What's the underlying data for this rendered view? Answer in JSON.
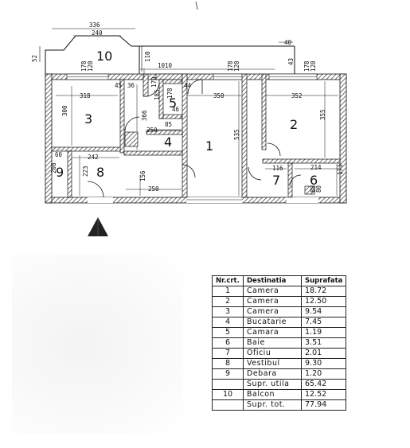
{
  "rooms": {
    "r1": "1",
    "r2": "2",
    "r3": "3",
    "r4": "4",
    "r5": "5",
    "r6": "6",
    "r7": "7",
    "r8": "8",
    "r9": "9",
    "r10": "10"
  },
  "dimensions": {
    "d336": "336",
    "d240": "240",
    "d52": "52",
    "d40": "40",
    "d110": "110",
    "d43": "43",
    "d1010": "1010",
    "d178a": "178",
    "d120a": "120",
    "d178b": "178",
    "d120b": "120",
    "d178c": "178",
    "d120c": "120",
    "d179": "179",
    "d45": "45",
    "d36": "36",
    "d44": "44",
    "d350": "350",
    "d352": "352",
    "d318": "318",
    "d300": "300",
    "d366": "366",
    "d185": "185",
    "d178d": "178",
    "d46": "46",
    "d85": "85",
    "d250a": "250",
    "d535": "535",
    "d355": "355",
    "d60": "60",
    "d242": "242",
    "d208": "208",
    "d223": "223",
    "d156": "156",
    "d250b": "250",
    "d116": "116",
    "d214": "214",
    "d173": "173",
    "d88": "88",
    "d80": "80"
  },
  "north_arrow": "north-arrow",
  "table": {
    "headers": [
      "Nr.crt.",
      "Destinatia",
      "Suprafata"
    ],
    "rows": [
      [
        "1",
        "Camera",
        "18.72"
      ],
      [
        "2",
        "Camera",
        "12.50"
      ],
      [
        "3",
        "Camera",
        "9.54"
      ],
      [
        "4",
        "Bucatarie",
        "7.45"
      ],
      [
        "5",
        "Camara",
        "1.19"
      ],
      [
        "6",
        "Baie",
        "3.51"
      ],
      [
        "7",
        "Oficiu",
        "2.01"
      ],
      [
        "8",
        "Vestibul",
        "9.30"
      ],
      [
        "9",
        "Debara",
        "1.20"
      ],
      [
        "",
        "Supr. utila",
        "65.42"
      ],
      [
        "10",
        "Balcon",
        "12.52"
      ],
      [
        "",
        "Supr. tot.",
        "77.94"
      ]
    ]
  },
  "colors": {
    "line": "#111111",
    "hatch": "#444444"
  }
}
